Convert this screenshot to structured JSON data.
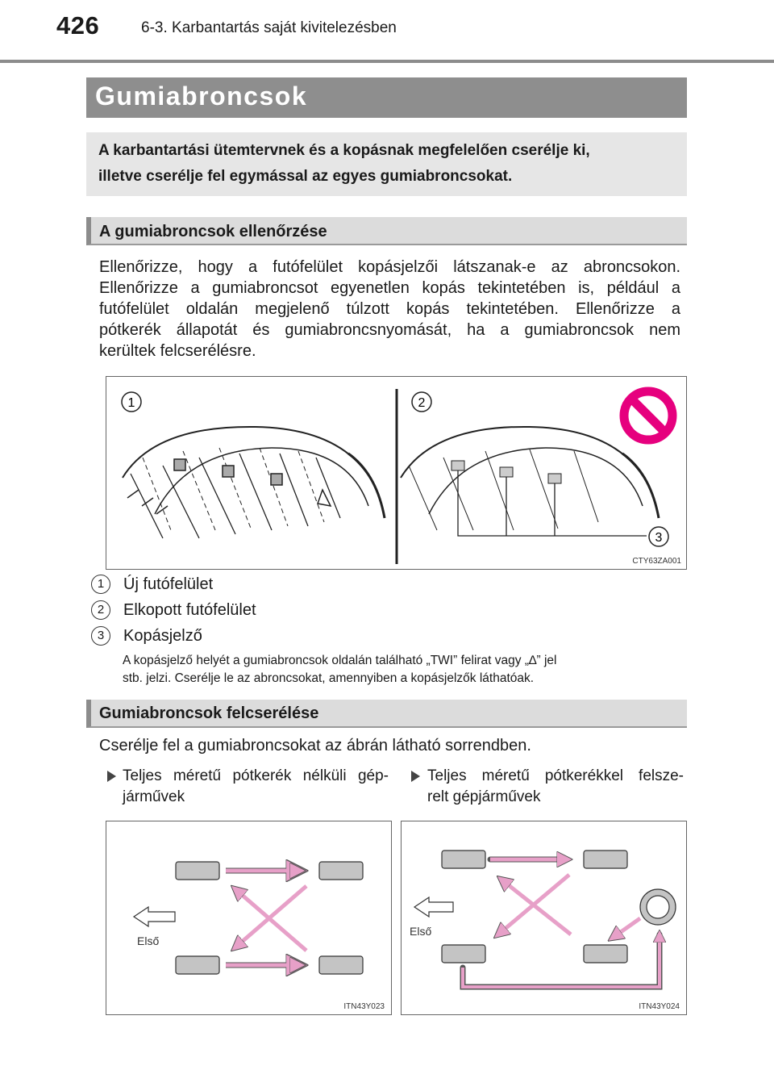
{
  "header": {
    "page_number": "426",
    "chapter": "6-3. Karbantartás saját kivitelezésben"
  },
  "title": "Gumiabroncsok",
  "intro": [
    "A karbantartási ütemtervnek és a kopásnak megfelelően cserélje ki,",
    "illetve cserélje fel egymással az egyes gumiabroncsokat."
  ],
  "section1": {
    "heading": "A gumiabroncsok ellenőrzése",
    "body": [
      "Ellenőrizze, hogy a futófelület kopásjelzői látszanak-e az abroncsokon.",
      "Ellenőrizze a gumiabroncsot egyenetlen kopás tekintetében is, például a",
      "futófelület oldalán megjelenő túlzott kopás tekintetében. Ellenőrizze a",
      "pótkerék állapotát és gumiabroncsnyomását, ha a gumiabroncsok nem",
      "kerültek felcserélésre."
    ],
    "figure": {
      "code": "CTY63ZA001",
      "label1": "1",
      "label2": "2",
      "label3": "3",
      "no_symbol_color": "#e6007e"
    },
    "legend": [
      {
        "num": "1",
        "text": "Új futófelület"
      },
      {
        "num": "2",
        "text": "Elkopott futófelület"
      },
      {
        "num": "3",
        "text": "Kopásjelző"
      }
    ],
    "note": [
      "A kopásjelző helyét a gumiabroncsok oldalán található „TWI” felirat vagy „∆” jel",
      "stb. jelzi. Cserélje le az abroncsokat, amennyiben a kopásjelzők láthatóak."
    ]
  },
  "section2": {
    "heading": "Gumiabroncsok felcserélése",
    "body": "Cserélje fel a gumiabroncsokat az ábrán látható sorrendben.",
    "left": {
      "line1": "Teljes méretű pótkerék nélküli gép-",
      "line2": "járművek",
      "front": "Első",
      "code": "ITN43Y023"
    },
    "right": {
      "line1": "Teljes méretű pótkerékkel felsze-",
      "line2": "relt gépjárművek",
      "front": "Első",
      "code": "ITN43Y024"
    },
    "arrow_color": "#e7a0c8"
  }
}
